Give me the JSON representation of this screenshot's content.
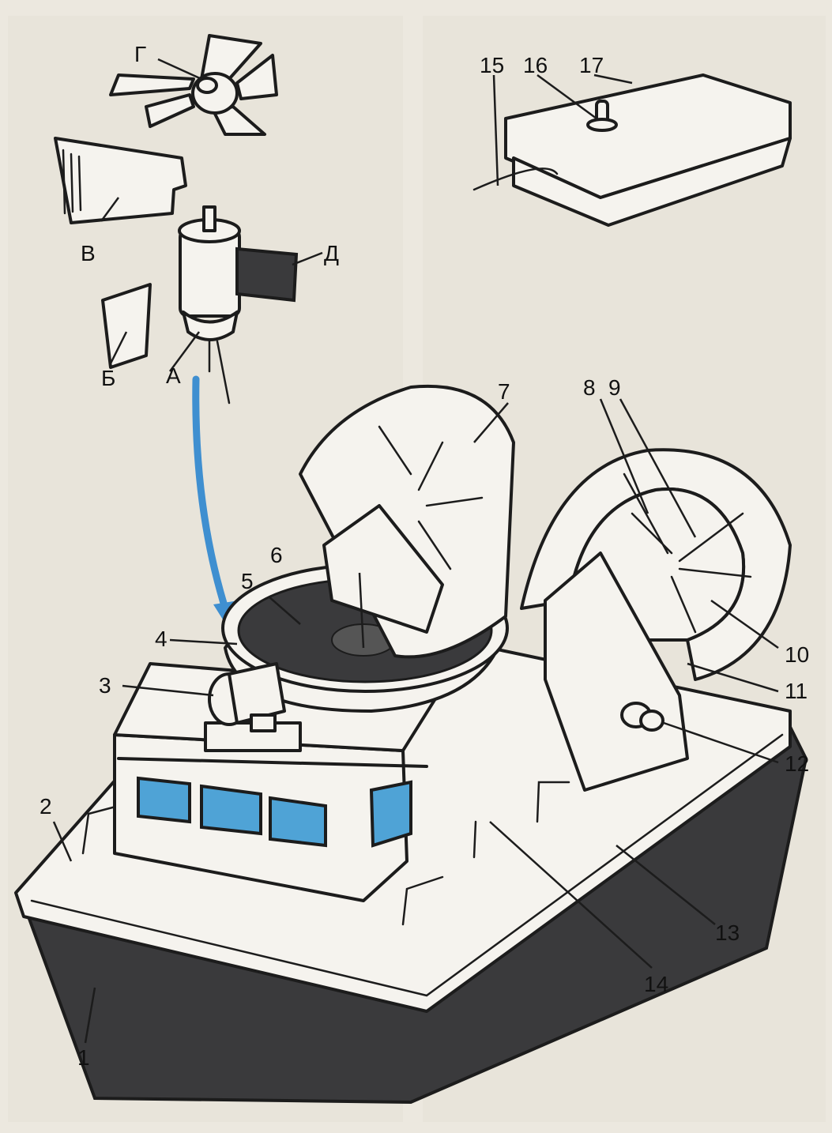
{
  "labels": {
    "n1": "1",
    "n2": "2",
    "n3": "3",
    "n4": "4",
    "n5": "5",
    "n6": "6",
    "n7": "7",
    "n8": "8",
    "n9": "9",
    "n10": "10",
    "n11": "11",
    "n12": "12",
    "n13": "13",
    "n14": "14",
    "n15": "15",
    "n16": "16",
    "n17": "17",
    "a": "А",
    "b": "Б",
    "v": "В",
    "g": "Г",
    "d": "Д"
  },
  "colors": {
    "paper": "#ece8df",
    "ink": "#1c1c1c",
    "hull": "#3a3a3c",
    "window": "#4fa3d6",
    "arrow": "#3f8fd0"
  }
}
